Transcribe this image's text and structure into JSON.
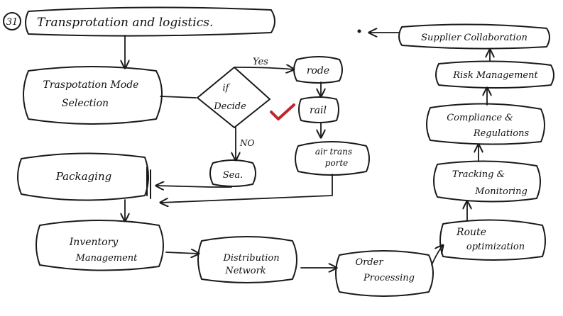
{
  "diagram": {
    "number": "31",
    "title": "Transprotation and logistics.",
    "nodes": {
      "mode_selection": [
        "Traspotation Mode",
        "Selection"
      ],
      "decision": [
        "if",
        "Decide"
      ],
      "rode": "rode",
      "rail": "rail",
      "air": [
        "air trans",
        "porte"
      ],
      "sea": "Sea.",
      "packaging": "Packaging",
      "inventory": [
        "Inventory",
        "Management"
      ],
      "distribution": [
        "Distribution",
        "Network"
      ],
      "order": [
        "Order",
        "Processing"
      ],
      "route": [
        "Route",
        "optimization"
      ],
      "tracking": [
        "Tracking &",
        "Monitoring"
      ],
      "compliance": [
        "Compliance &",
        "Regulations"
      ],
      "risk": "Risk Management",
      "supplier": "Supplier Collaboration"
    },
    "edge_labels": {
      "yes": "Yes",
      "no": "NO"
    },
    "colors": {
      "ink": "#1a1a1a",
      "check_mark": "#c0262d"
    }
  }
}
